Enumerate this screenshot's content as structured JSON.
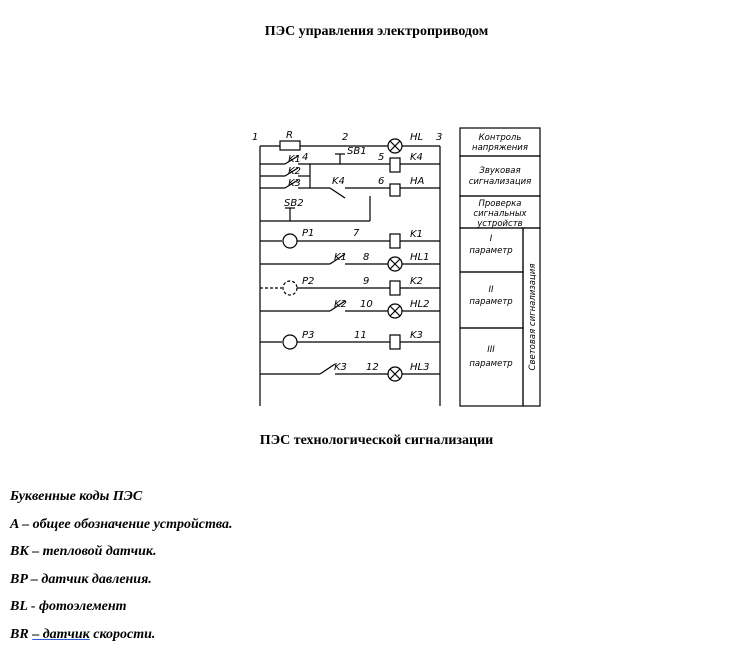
{
  "document": {
    "title": "ПЭС управления электроприводом",
    "caption": "ПЭС технологической сигнализации"
  },
  "diagram": {
    "nodes": [
      "1",
      "2",
      "3",
      "4",
      "5",
      "6",
      "7",
      "8",
      "9",
      "10",
      "11",
      "12"
    ],
    "components": {
      "R": "R",
      "SB1": "SB1",
      "SB2": "SB2",
      "K1": "K1",
      "K2": "K2",
      "K3": "K3",
      "K4": "K4",
      "HL": "HL",
      "HA": "HA",
      "HL1": "HL1",
      "HL2": "HL2",
      "HL3": "HL3",
      "P1": "P1",
      "P2": "P2",
      "P3": "P3"
    },
    "legend": {
      "control_1": "Контроль",
      "control_2": "напряжения",
      "sound_1": "Звуковая",
      "sound_2": "сигнализация",
      "check_1": "Проверка",
      "check_2": "сигнальных",
      "check_3": "устройств",
      "param1_num": "I",
      "param2_num": "II",
      "param3_num": "III",
      "param_word": "параметр",
      "light": "Световая  сигнализация"
    }
  },
  "codes": {
    "heading": "Буквенные коды ПЭС",
    "A": "A – общее обозначение устройства.",
    "BK": "BK – тепловой датчик.",
    "BP": "BP – датчик давления.",
    "BL": "BL - фотоэлемент",
    "BR_prefix": "BR ",
    "BR_link": "–  датчик",
    "BR_suffix": " скорости."
  }
}
